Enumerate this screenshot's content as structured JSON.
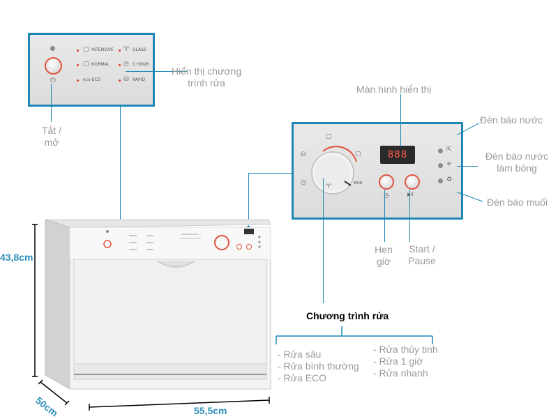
{
  "panel_left": {
    "programs_col1": [
      "INTENSIVE",
      "NORMAL",
      "eco ECO"
    ],
    "programs_col2": [
      "GLASS",
      "1 HOUR",
      "RAPID"
    ]
  },
  "labels": {
    "display_program": "Hiển thị chương trình rửa",
    "power": "Tắt / mở",
    "screen": "Màn hình hiển thị",
    "water_light": "Đèn báo nước",
    "rinse_light": "Đèn báo nước làm bóng",
    "salt_light": "Đèn báo muối",
    "timer": "Hẹn giờ",
    "start": "Start / Pause",
    "programs_title": "Chương trình rửa"
  },
  "programs_left": [
    "- Rửa sâu",
    "- Rửa bình thường",
    "- Rửa ECO"
  ],
  "programs_right": [
    "- Rửa thủy tinh",
    "- Rửa 1 giờ",
    "- Rửa nhanh"
  ],
  "panel_right": {
    "display_digits": "888",
    "eco_text": "eco"
  },
  "dimensions": {
    "height": "43,8cm",
    "depth": "50cm",
    "width": "55,5cm"
  },
  "colors": {
    "accent": "#1f87b5",
    "dimension_text": "#2e8fb8",
    "button_ring": "#e0533f"
  }
}
